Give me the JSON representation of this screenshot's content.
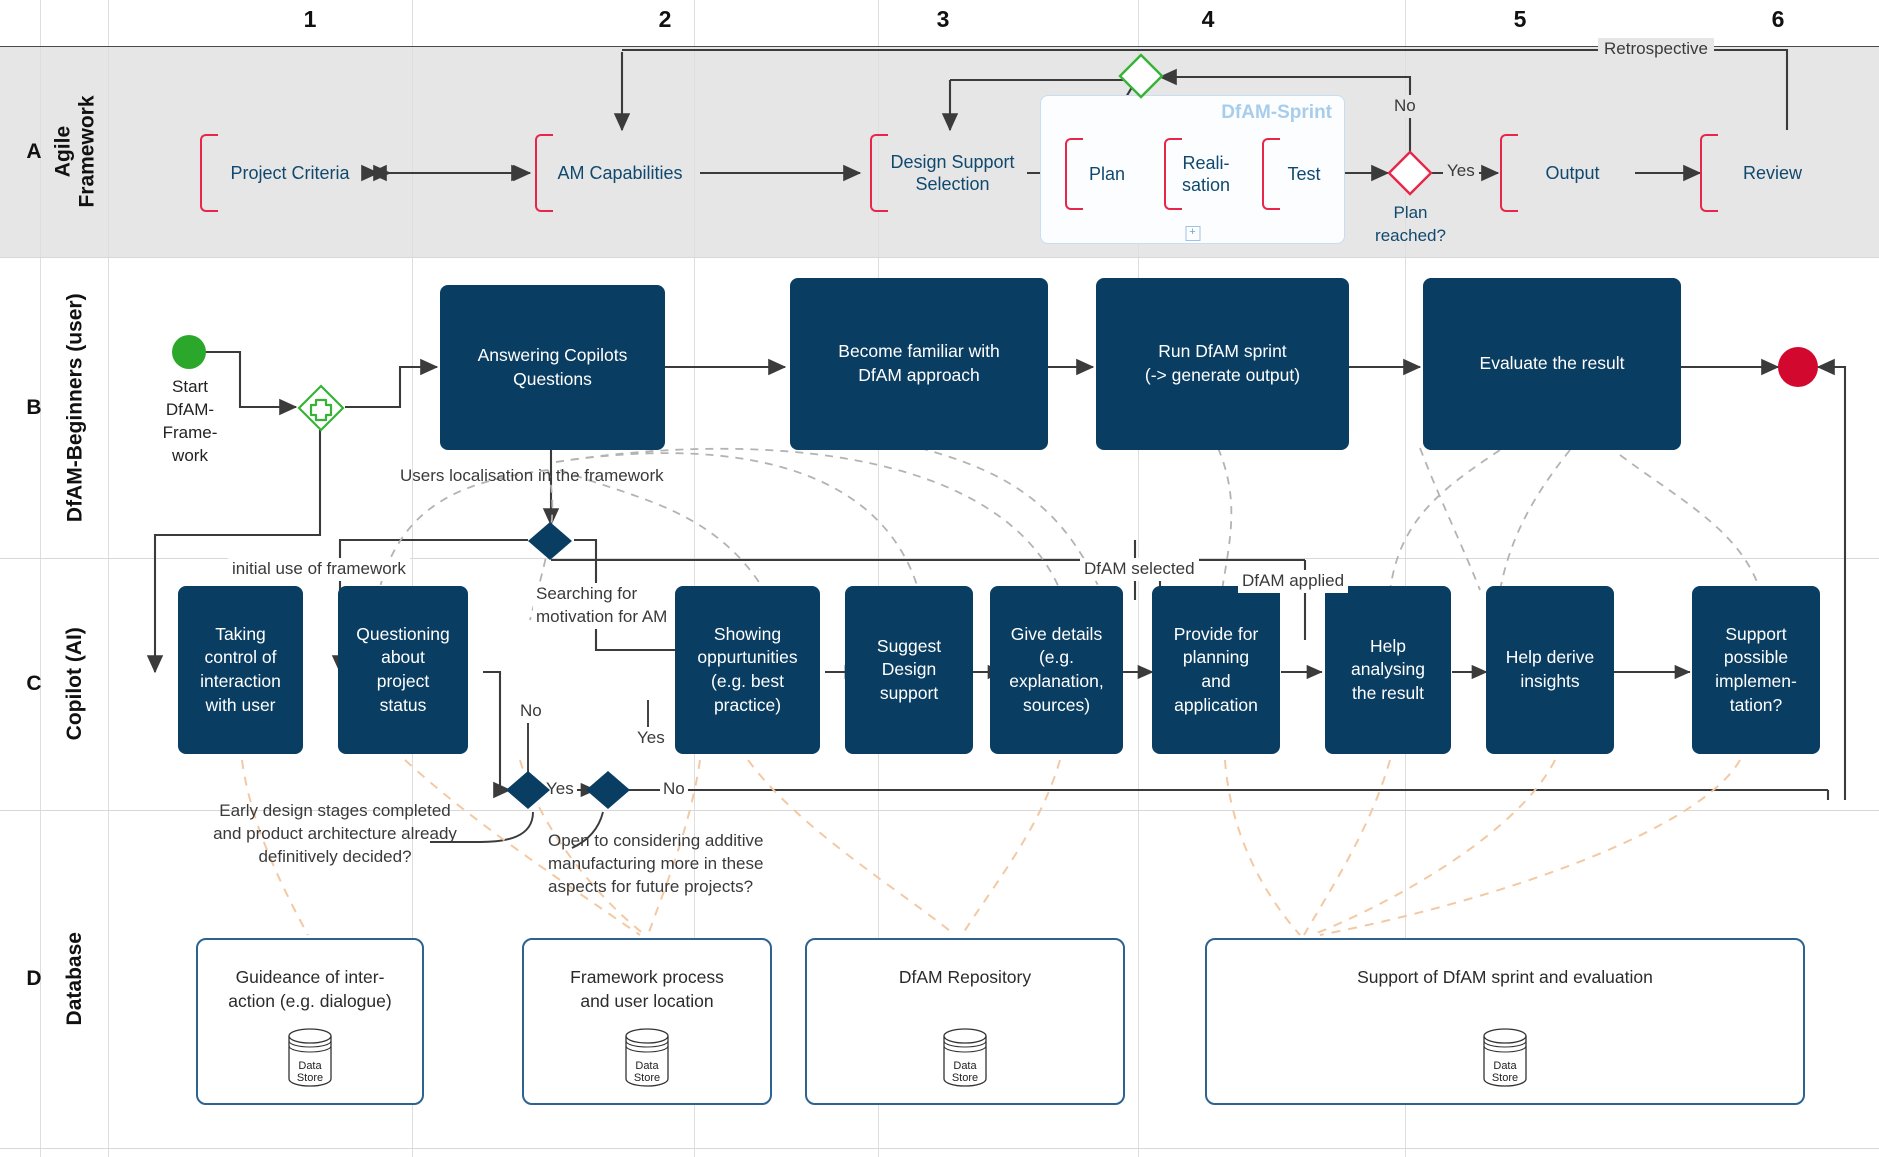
{
  "diagram": {
    "title": "DfAM Agile Framework Copilot Swimlane",
    "colors": {
      "task_fill": "#0a3d62",
      "bracket_red": "#e8264a",
      "lane_a_bg": "#e6e6e6",
      "start_green": "#2ba82b",
      "end_red": "#d3082f",
      "db_border": "#2d6390",
      "sprint_border": "#c9ddf2",
      "sprint_title": "#a8cdeb",
      "dashed_gray": "#b3b3b3",
      "dashed_orange": "#f3c9a3"
    },
    "columns": [
      "1",
      "2",
      "3",
      "4",
      "5",
      "6"
    ],
    "rows": [
      {
        "letter": "A",
        "name": "Agile\nFramework"
      },
      {
        "letter": "B",
        "name": "DfAM-Beginners (user)"
      },
      {
        "letter": "C",
        "name": "Copilot (AI)"
      },
      {
        "letter": "D",
        "name": "Database"
      }
    ],
    "lane_a": {
      "tasks": [
        {
          "id": "project-criteria",
          "label": "Project Criteria"
        },
        {
          "id": "am-capabilities",
          "label": "AM Capabilities"
        },
        {
          "id": "design-support-selection",
          "label": "Design Support\nSelection"
        },
        {
          "id": "plan",
          "label": "Plan"
        },
        {
          "id": "realisation",
          "label": "Reali-\nsation"
        },
        {
          "id": "test",
          "label": "Test"
        },
        {
          "id": "output",
          "label": "Output"
        },
        {
          "id": "review",
          "label": "Review"
        }
      ],
      "sprint_group_label": "DfAM-Sprint",
      "sprint_expand_icon": "+",
      "decision_label": "Plan\nreached?",
      "edge_labels": {
        "retrospective": "Retrospective",
        "no": "No",
        "yes": "Yes"
      }
    },
    "lane_b": {
      "start_label": "Start\nDfAM-\nFrame-\nwork",
      "tasks": [
        {
          "id": "answering-copilots-questions",
          "label": "Answering Copilots\nQuestions"
        },
        {
          "id": "become-familiar-with-dfam",
          "label": "Become familiar with\nDfAM approach"
        },
        {
          "id": "run-dfam-sprint",
          "label": "Run DfAM sprint\n(-> generate output)"
        },
        {
          "id": "evaluate-the-result",
          "label": "Evaluate the result"
        }
      ],
      "annotation": "Users localisation in the framework"
    },
    "lane_c": {
      "tasks": [
        {
          "id": "taking-control-of-interaction",
          "label": "Taking\ncontrol of\ninteraction\nwith user"
        },
        {
          "id": "questioning-about-project-status",
          "label": "Questioning\nabout\nproject\nstatus"
        },
        {
          "id": "showing-oppurtunities",
          "label": "Showing\noppurtunities\n(e.g. best\npractice)"
        },
        {
          "id": "suggest-design-support",
          "label": "Suggest\nDesign\nsupport"
        },
        {
          "id": "give-details",
          "label": "Give details\n(e.g.\nexplanation,\nsources)"
        },
        {
          "id": "provide-for-planning",
          "label": "Provide for\nplanning\nand\napplication"
        },
        {
          "id": "help-analysing-the-result",
          "label": "Help\nanalysing\nthe result"
        },
        {
          "id": "help-derive-insights",
          "label": "Help derive\ninsights"
        },
        {
          "id": "support-possible-implementation",
          "label": "Support\npossible\nimplemen-\ntation?"
        }
      ],
      "labels": {
        "initial_use": "initial use of framework",
        "searching_motivation": "Searching for\nmotivation for AM",
        "dfam_selected": "DfAM selected",
        "dfam_applied": "DfAM applied",
        "no_1": "No",
        "yes_1": "Yes",
        "yes_2": "Yes",
        "no_2": "No",
        "question_early_design": "Early design stages completed\nand product architecture already\ndefinitively decided?",
        "question_open_am": "Open to considering additive\nmanufacturing more in these\naspects for future projects?"
      }
    },
    "lane_d": {
      "datastore_label": "Data\nStore",
      "boxes": [
        {
          "id": "guidance-of-interaction",
          "label": "Guideance of inter-\naction (e.g. dialogue)"
        },
        {
          "id": "framework-process",
          "label": "Framework process\nand user location"
        },
        {
          "id": "dfam-repository",
          "label": "DfAM Repository"
        },
        {
          "id": "support-of-dfam-sprint",
          "label": "Support of DfAM sprint and evaluation"
        }
      ]
    }
  }
}
